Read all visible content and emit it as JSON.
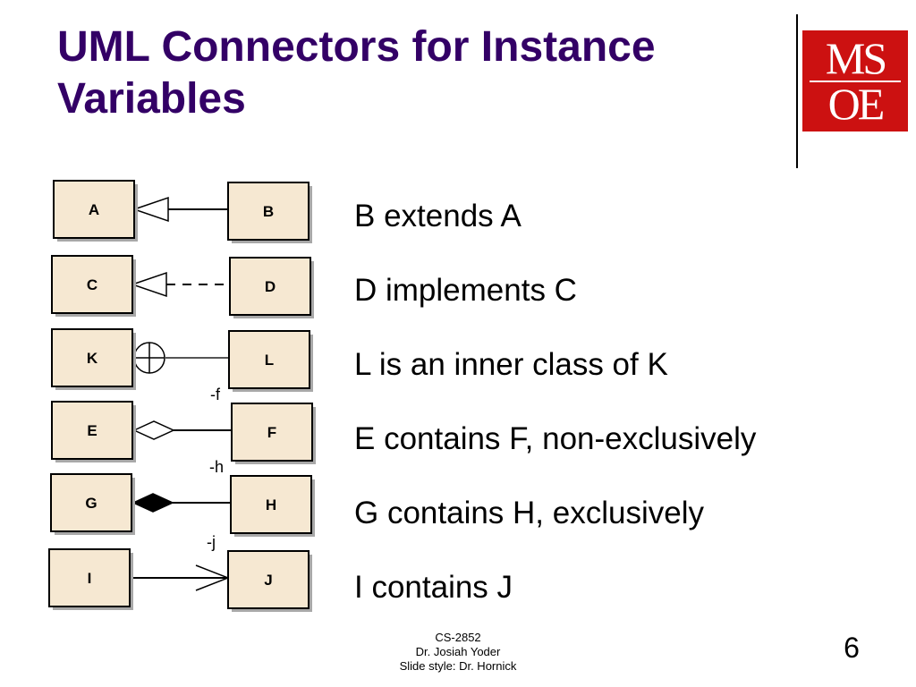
{
  "slide": {
    "title": "UML Connectors for Instance Variables",
    "page_number": "6"
  },
  "logo": {
    "row1": "MS",
    "row2": "OE",
    "color": "#cc1111"
  },
  "colors": {
    "title": "#330066",
    "class_box_fill": "#f6e8d2",
    "class_box_shadow": "#a8a8a8"
  },
  "diagram": {
    "rows": [
      {
        "source": "A",
        "target": "B",
        "relation": "generalization",
        "role": ""
      },
      {
        "source": "C",
        "target": "D",
        "relation": "realization",
        "role": ""
      },
      {
        "source": "K",
        "target": "L",
        "relation": "nesting",
        "role": ""
      },
      {
        "source": "E",
        "target": "F",
        "relation": "aggregation",
        "role": "-f"
      },
      {
        "source": "G",
        "target": "H",
        "relation": "composition",
        "role": "-h"
      },
      {
        "source": "I",
        "target": "J",
        "relation": "association",
        "role": "-j"
      }
    ]
  },
  "statements": [
    "B extends A",
    "D implements C",
    "L is an inner class of K",
    "E contains F, non-exclusively",
    "G contains H, exclusively",
    "I contains J"
  ],
  "footer": {
    "course": "CS-2852",
    "author": "Dr. Josiah Yoder",
    "style": "Slide style: Dr. Hornick"
  }
}
